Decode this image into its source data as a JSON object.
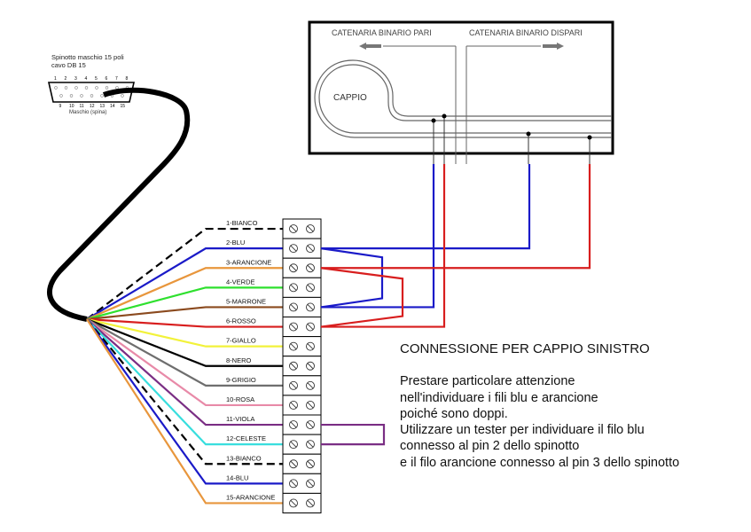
{
  "connector": {
    "title_line1": "Spinotto maschio 15 poli",
    "title_line2": "cavo DB 15",
    "caption": "Maschio (spina)",
    "top_pins": [
      "1",
      "2",
      "3",
      "4",
      "5",
      "6",
      "7",
      "8"
    ],
    "bottom_pins": [
      "9",
      "10",
      "11",
      "12",
      "13",
      "14",
      "15"
    ]
  },
  "track": {
    "label_left": "CATENARIA BINARIO PARI",
    "label_right": "CATENARIA BINARIO DISPARI",
    "loop_label": "CAPPIO"
  },
  "wires": [
    {
      "label": "1-BIANCO",
      "color": "#000000",
      "dashed": true
    },
    {
      "label": "2-BLU",
      "color": "#1a1ac8",
      "dashed": false
    },
    {
      "label": "3-ARANCIONE",
      "color": "#e8963c",
      "dashed": false
    },
    {
      "label": "4-VERDE",
      "color": "#2ee02e",
      "dashed": false
    },
    {
      "label": "5-MARRONE",
      "color": "#8b4a1e",
      "dashed": false
    },
    {
      "label": "6-ROSSO",
      "color": "#d81e1e",
      "dashed": false
    },
    {
      "label": "7-GIALLO",
      "color": "#f2f23a",
      "dashed": false
    },
    {
      "label": "8-NERO",
      "color": "#000000",
      "dashed": false
    },
    {
      "label": "9-GRIGIO",
      "color": "#6e6e6e",
      "dashed": false
    },
    {
      "label": "10-ROSA",
      "color": "#e88aa8",
      "dashed": false
    },
    {
      "label": "11-VIOLA",
      "color": "#7a2e84",
      "dashed": false
    },
    {
      "label": "12-CELESTE",
      "color": "#38dede",
      "dashed": false
    },
    {
      "label": "13-BIANCO",
      "color": "#000000",
      "dashed": true
    },
    {
      "label": "14-BLU",
      "color": "#1a1ac8",
      "dashed": false
    },
    {
      "label": "15-ARANCIONE",
      "color": "#e8963c",
      "dashed": false
    }
  ],
  "colors": {
    "blue_link": "#1a1ac8",
    "red_link": "#d81e1e",
    "violet_link": "#7a2e84",
    "track": "#555555"
  },
  "note": {
    "title": "CONNESSIONE PER CAPPIO SINISTRO",
    "lines": [
      "Prestare particolare attenzione",
      "nell'individuare i fili blu e arancione",
      "poiché sono doppi.",
      "Utilizzare un tester per individuare il filo blu",
      "connesso al pin 2 dello spinotto",
      "e il filo arancione connesso al pin 3 dello spinotto"
    ]
  }
}
